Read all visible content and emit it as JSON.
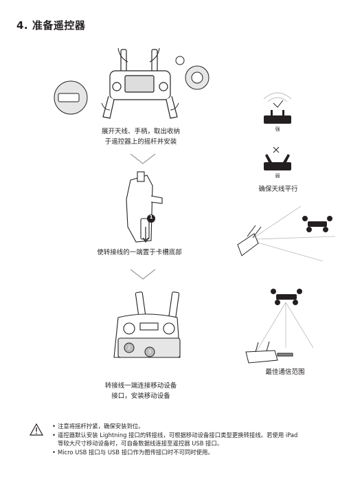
{
  "section_title": "4. 准备遥控器",
  "step1_caption_line1": "展开天线、手柄，取出收纳",
  "step1_caption_line2": "于遥控器上的摇杆并安装",
  "step2_caption": "使转接线的一端置于卡槽底部",
  "step3_caption_line1": "转接线一端连接移动设备",
  "step3_caption_line2": "接口，安装移动设备",
  "signal_strong": "强",
  "signal_weak": "弱",
  "antenna_caption": "确保天线平行",
  "range_caption": "最佳通信范围",
  "step_numbers": [
    "1",
    "2",
    "3"
  ],
  "notes": [
    "注意将摇杆拧紧，确保安装到位。",
    "遥控器默认安装 Lightning 接口的转接线，可根据移动设备接口类型更换转接线。若使用 iPad",
    "等较大尺寸移动设备时，可自备数据线连接至遥控器 USB 接口。",
    "Micro USB 接口与 USB 接口作为图传接口时不可同时使用。"
  ]
}
